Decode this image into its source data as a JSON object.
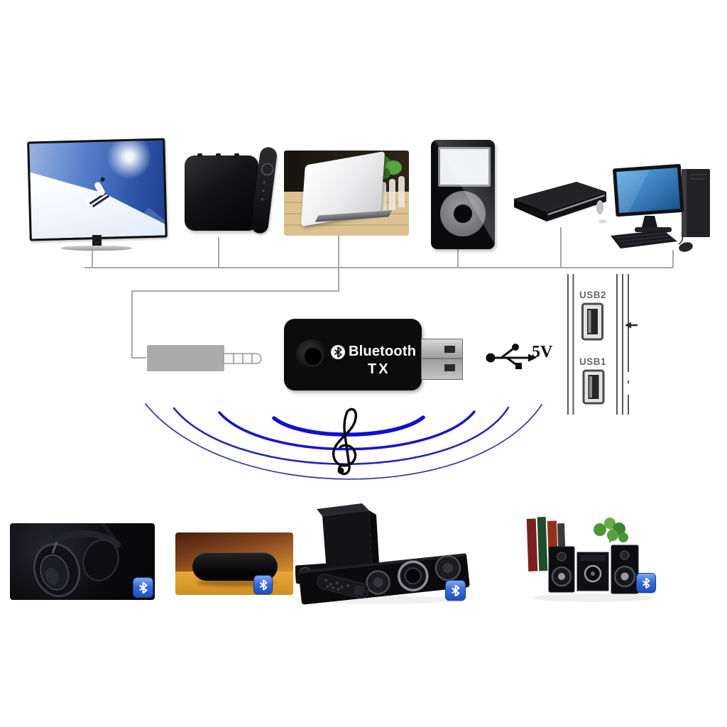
{
  "diagram": {
    "transmitter": {
      "brand_label": "Bluetooth",
      "mode_label": "TX",
      "body_color": "#0c0c0c"
    },
    "power_label": "5V",
    "usb_panel": {
      "ports": [
        {
          "label": "USB2"
        },
        {
          "label": "USB1"
        }
      ]
    },
    "source_devices": [
      {
        "name": "tv",
        "icon": "tv-icon"
      },
      {
        "name": "tv-box-with-remote",
        "icon": "tv-box-icon"
      },
      {
        "name": "laptop",
        "icon": "laptop-icon"
      },
      {
        "name": "ipod",
        "icon": "music-player-icon"
      },
      {
        "name": "dvd-player",
        "icon": "dvd-player-icon"
      },
      {
        "name": "desktop-computer",
        "icon": "desktop-computer-icon"
      }
    ],
    "sink_devices": [
      {
        "name": "headphones",
        "icon": "headphones-icon",
        "badge_icon": "bluetooth-icon"
      },
      {
        "name": "portable-speaker",
        "icon": "speaker-icon",
        "badge_icon": "bluetooth-icon"
      },
      {
        "name": "home-theater",
        "icon": "home-theater-icon",
        "badge_icon": "bluetooth-icon"
      },
      {
        "name": "stereo-system",
        "icon": "stereo-system-icon",
        "badge_icon": "bluetooth-icon"
      }
    ],
    "decorations": [
      {
        "icon": "audio-jack-adapter-icon"
      },
      {
        "icon": "usb-trident-icon"
      },
      {
        "icon": "treble-clef-icon"
      },
      {
        "icon": "signal-waves-icon"
      }
    ],
    "colors": {
      "wave_blue": "#1a1ace",
      "badge_blue": "#2458cf",
      "connector_line_gray": "#a8a8a8",
      "adapter_gray": "#ababab",
      "monitor_screen_blue": "#2f6fc0"
    }
  }
}
